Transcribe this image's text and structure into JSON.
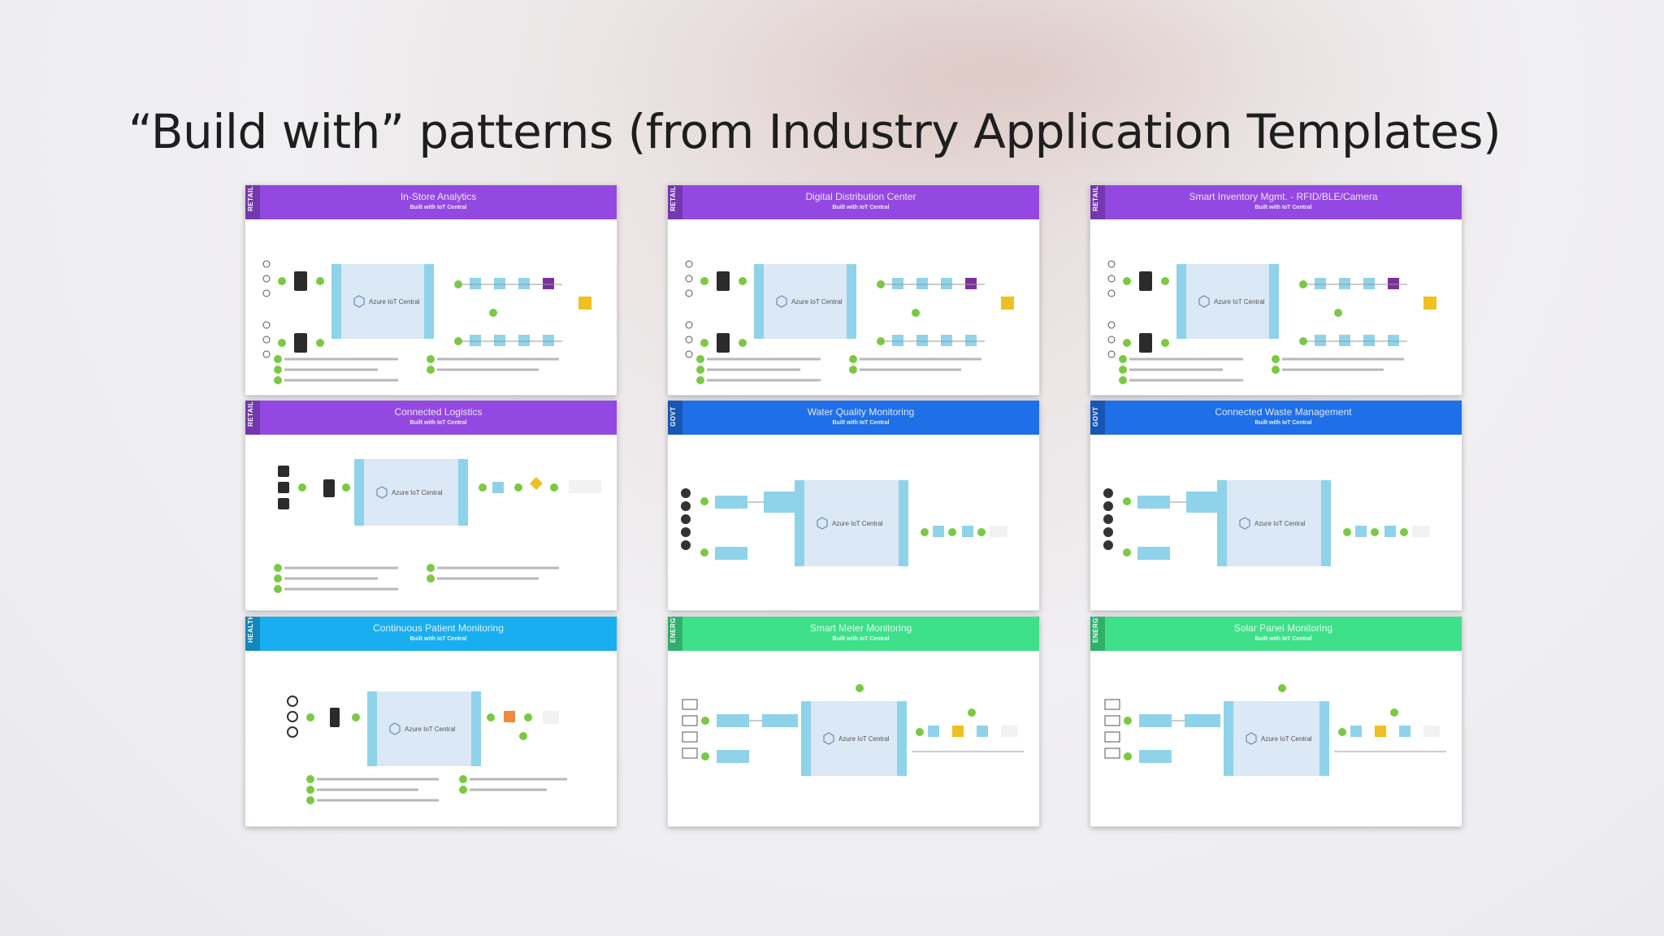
{
  "slide": {
    "title": "“Build with” patterns (from Industry Application Templates)"
  },
  "colors": {
    "retail": "#9448e2",
    "govt": "#1f6fe8",
    "health": "#19aef0",
    "energy": "#3ee08a",
    "central": "#dbe8f6",
    "bar": "#8fd3ea",
    "node": "#7ac943"
  },
  "cards": [
    {
      "industry": "RETAIL",
      "title": "In-Store Analytics",
      "subtitle": "Built with IoT Central",
      "central": "Azure IoT Central",
      "theme": "retail",
      "layout": "retail"
    },
    {
      "industry": "RETAIL",
      "title": "Digital Distribution Center",
      "subtitle": "Built with IoT Central",
      "central": "Azure IoT Central",
      "theme": "retail",
      "layout": "retail"
    },
    {
      "industry": "RETAIL",
      "title": "Smart Inventory Mgmt. - RFID/BLE/Camera",
      "subtitle": "Built with IoT Central",
      "central": "Azure IoT Central",
      "theme": "retail",
      "layout": "retail"
    },
    {
      "industry": "RETAIL",
      "title": "Connected Logistics",
      "subtitle": "Built with IoT Central",
      "central": "Azure IoT Central",
      "theme": "retail",
      "layout": "logistics"
    },
    {
      "industry": "GOVT",
      "title": "Water Quality Monitoring",
      "subtitle": "Built with IoT Central",
      "central": "Azure IoT Central",
      "theme": "govt",
      "layout": "govt"
    },
    {
      "industry": "GOVT",
      "title": "Connected Waste Management",
      "subtitle": "Built with IoT Central",
      "central": "Azure IoT Central",
      "theme": "govt",
      "layout": "govt"
    },
    {
      "industry": "HEALTH",
      "title": "Continuous Patient Monitoring",
      "subtitle": "Built with IoT Central",
      "central": "Azure IoT Central",
      "theme": "health",
      "layout": "health"
    },
    {
      "industry": "ENERGY",
      "title": "Smart Meter Monitoring",
      "subtitle": "Built with IoT Central",
      "central": "Azure IoT Central",
      "theme": "energy",
      "layout": "energy"
    },
    {
      "industry": "ENERGY",
      "title": "Solar Panel Monitoring",
      "subtitle": "Built with IoT Central",
      "central": "Azure IoT Central",
      "theme": "energy",
      "layout": "energy"
    }
  ]
}
